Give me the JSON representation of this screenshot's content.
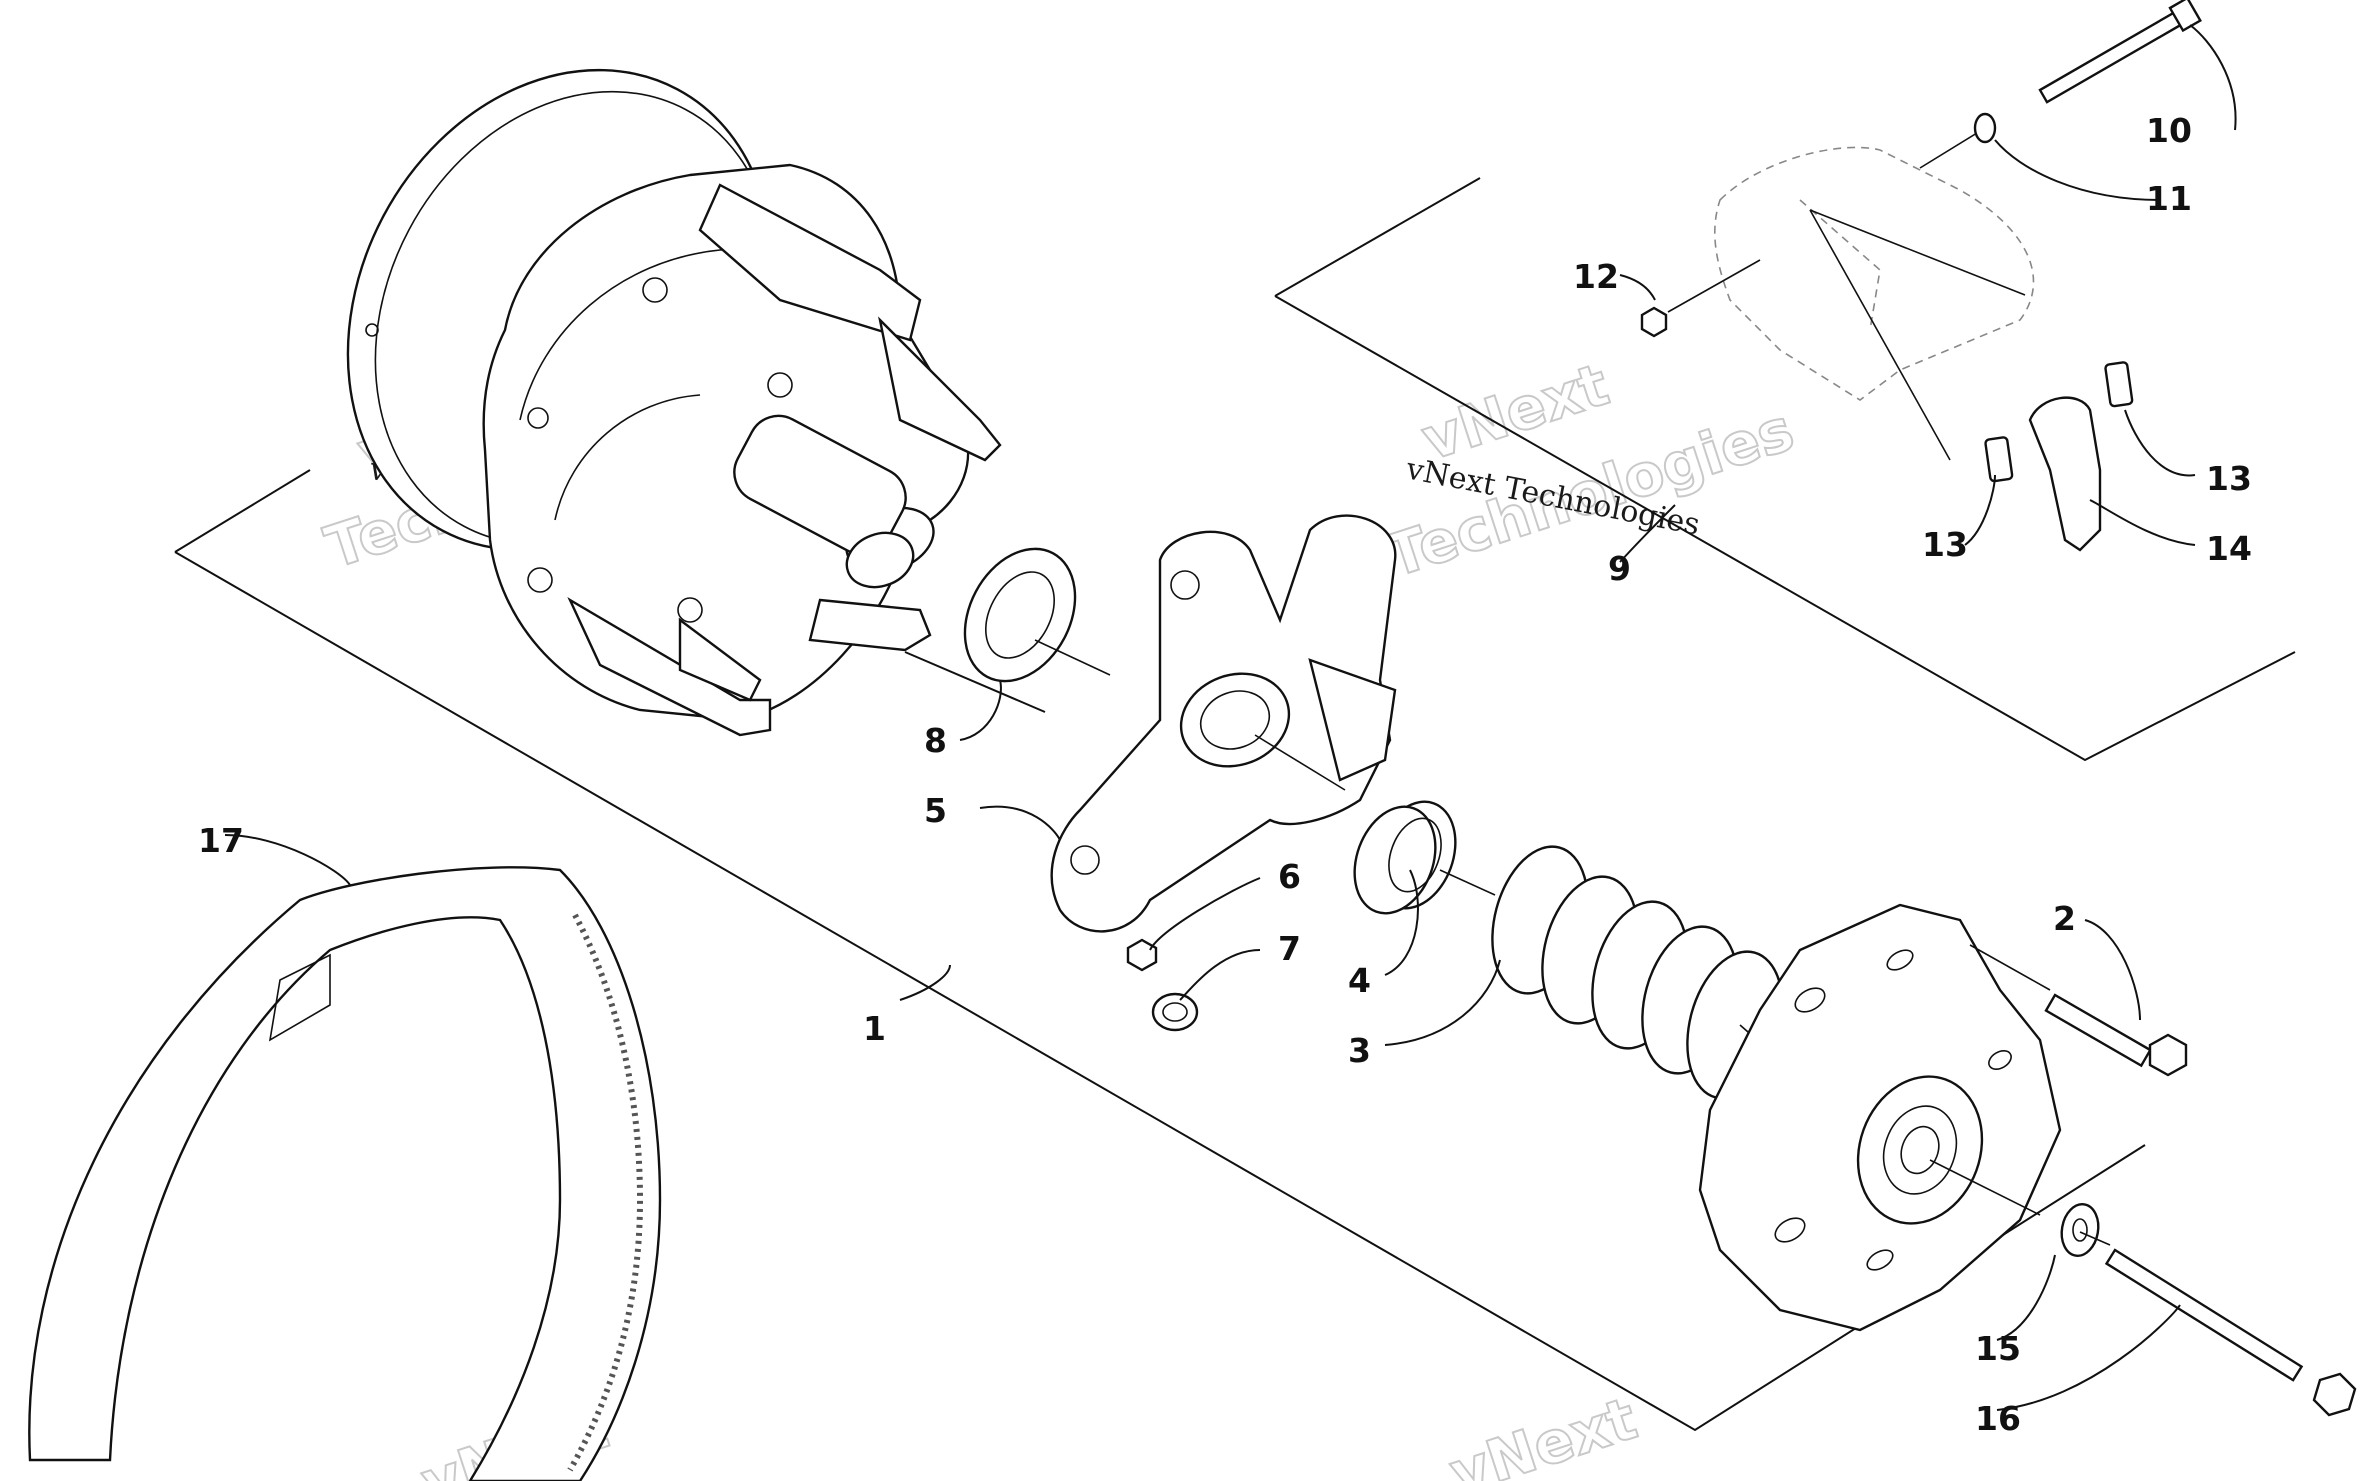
{
  "watermark": {
    "brand_line1": "vNext",
    "brand_line2": "Technologies",
    "caption": "vNext Technologies"
  },
  "callouts": [
    "1",
    "2",
    "3",
    "4",
    "5",
    "6",
    "7",
    "8",
    "9",
    "10",
    "11",
    "12",
    "13",
    "13",
    "14",
    "15",
    "16",
    "17"
  ]
}
